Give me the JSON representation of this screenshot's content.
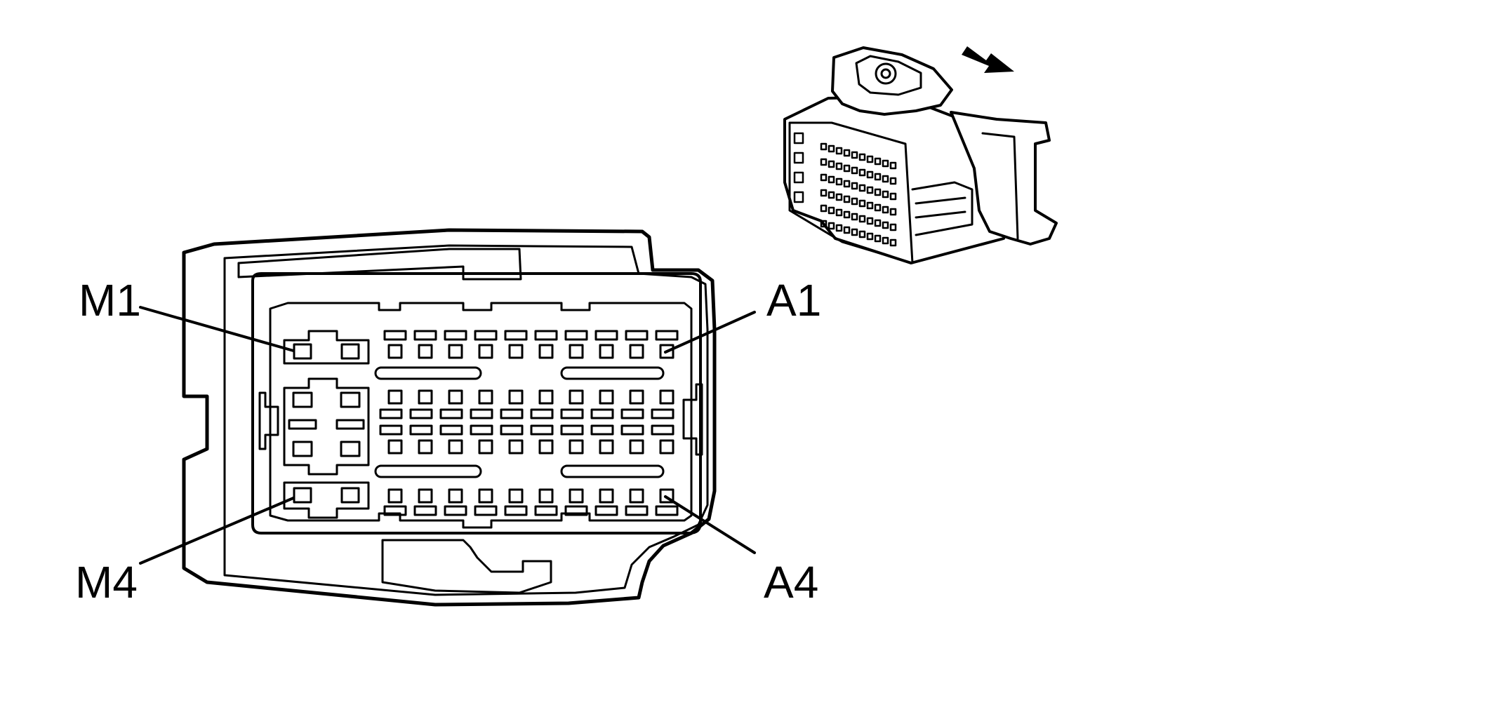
{
  "callouts": {
    "m1": "M1",
    "m4": "M4",
    "a1": "A1",
    "a4": "A4"
  },
  "icons": {
    "direction_arrow": "arrow-right-down-icon"
  },
  "colors": {
    "line": "#000000",
    "background": "#ffffff"
  }
}
